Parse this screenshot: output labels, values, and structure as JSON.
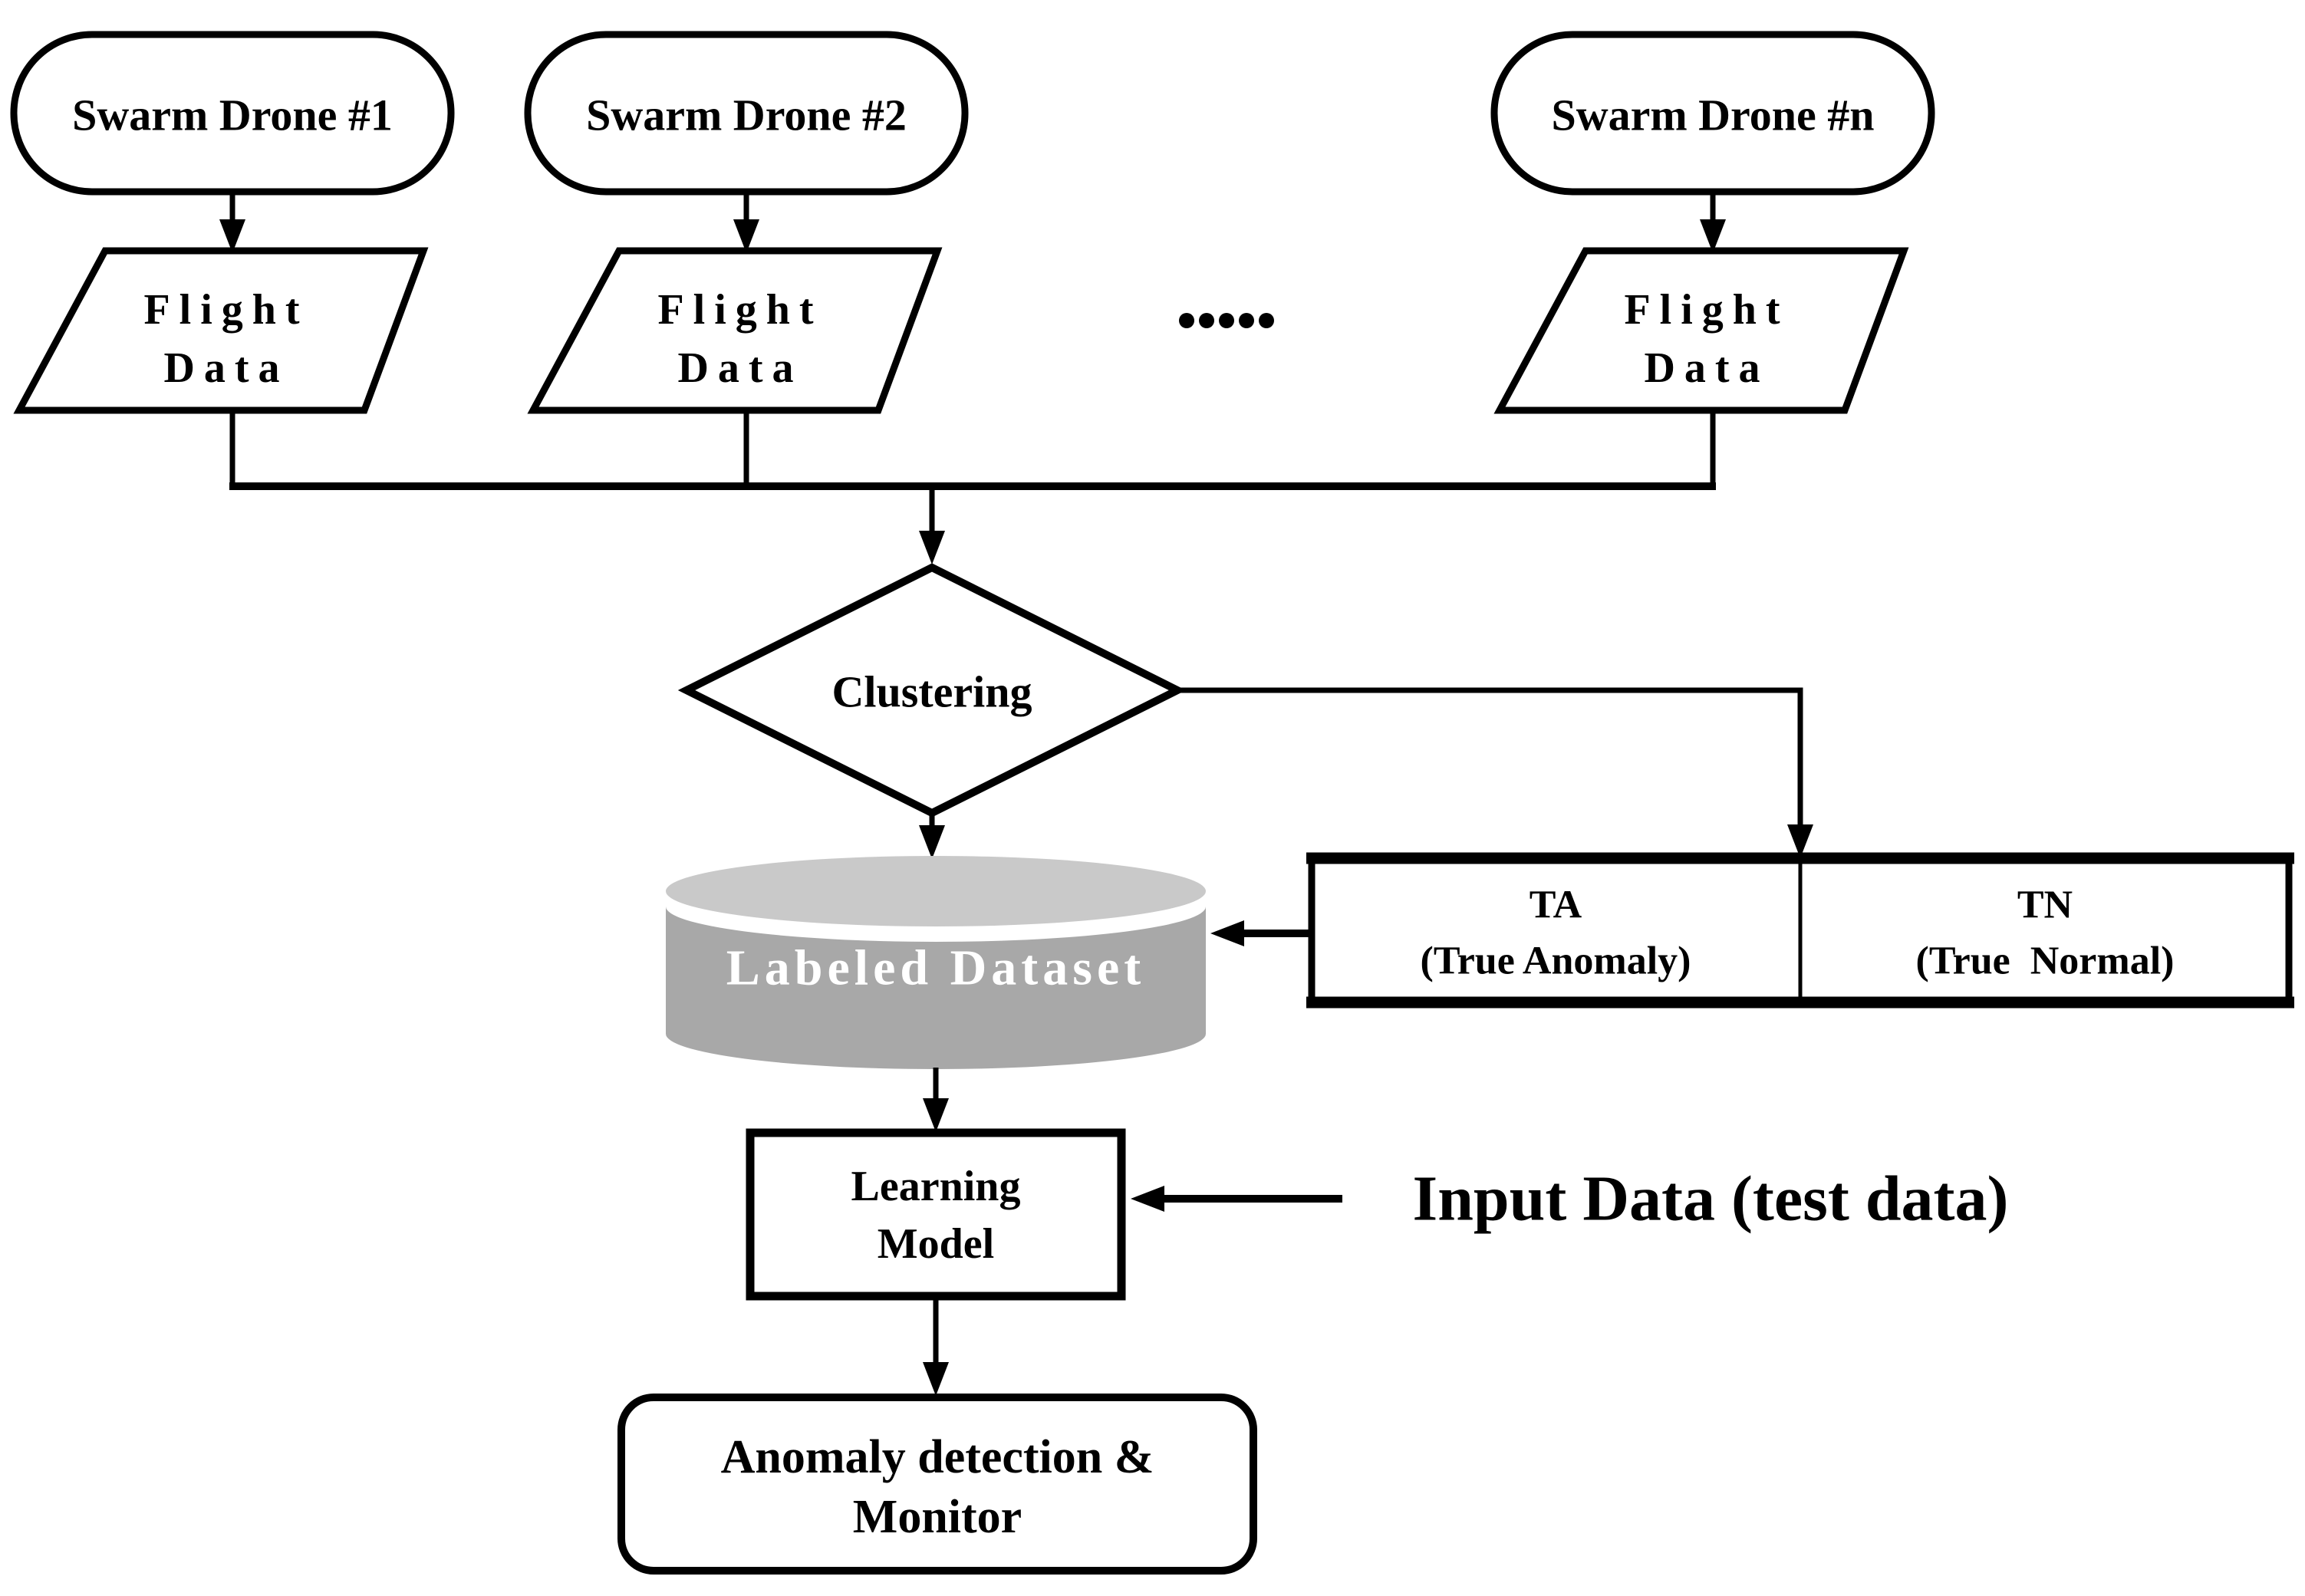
{
  "diagram": {
    "background": "#ffffff",
    "line_color": "#000000",
    "nodes": {
      "drone1": {
        "shape": "terminator",
        "label": "Swarm Drone #1"
      },
      "drone2": {
        "shape": "terminator",
        "label": "Swarm Drone #2"
      },
      "drone_n": {
        "shape": "terminator",
        "label": "Swarm Drone #n"
      },
      "flight1": {
        "shape": "parallelogram",
        "line1": "Flight",
        "line2": "Data"
      },
      "flight2": {
        "shape": "parallelogram",
        "line1": "Flight",
        "line2": "Data"
      },
      "flight_n": {
        "shape": "parallelogram",
        "line1": "Flight",
        "line2": "Data"
      },
      "clustering": {
        "shape": "decision",
        "label": "Clustering"
      },
      "labeled_dataset": {
        "shape": "cylinder",
        "label": "Labeled Dataset",
        "fill_top": "#c9c9c9",
        "fill_body": "#a8a8a8",
        "text_color": "#ffffff"
      },
      "ta_cell": {
        "line1": "TA",
        "line2": "(True Anomaly)"
      },
      "tn_cell": {
        "line1": "TN",
        "line2": "(True  Normal)"
      },
      "learning_model": {
        "shape": "process",
        "line1": "Learning",
        "line2": "Model"
      },
      "input_data": {
        "label": "Input Data (test data)"
      },
      "anomaly_monitor": {
        "shape": "terminator",
        "line1": "Anomaly detection &",
        "line2": "Monitor"
      }
    },
    "ellipsis": {
      "dot_count": 5
    }
  }
}
